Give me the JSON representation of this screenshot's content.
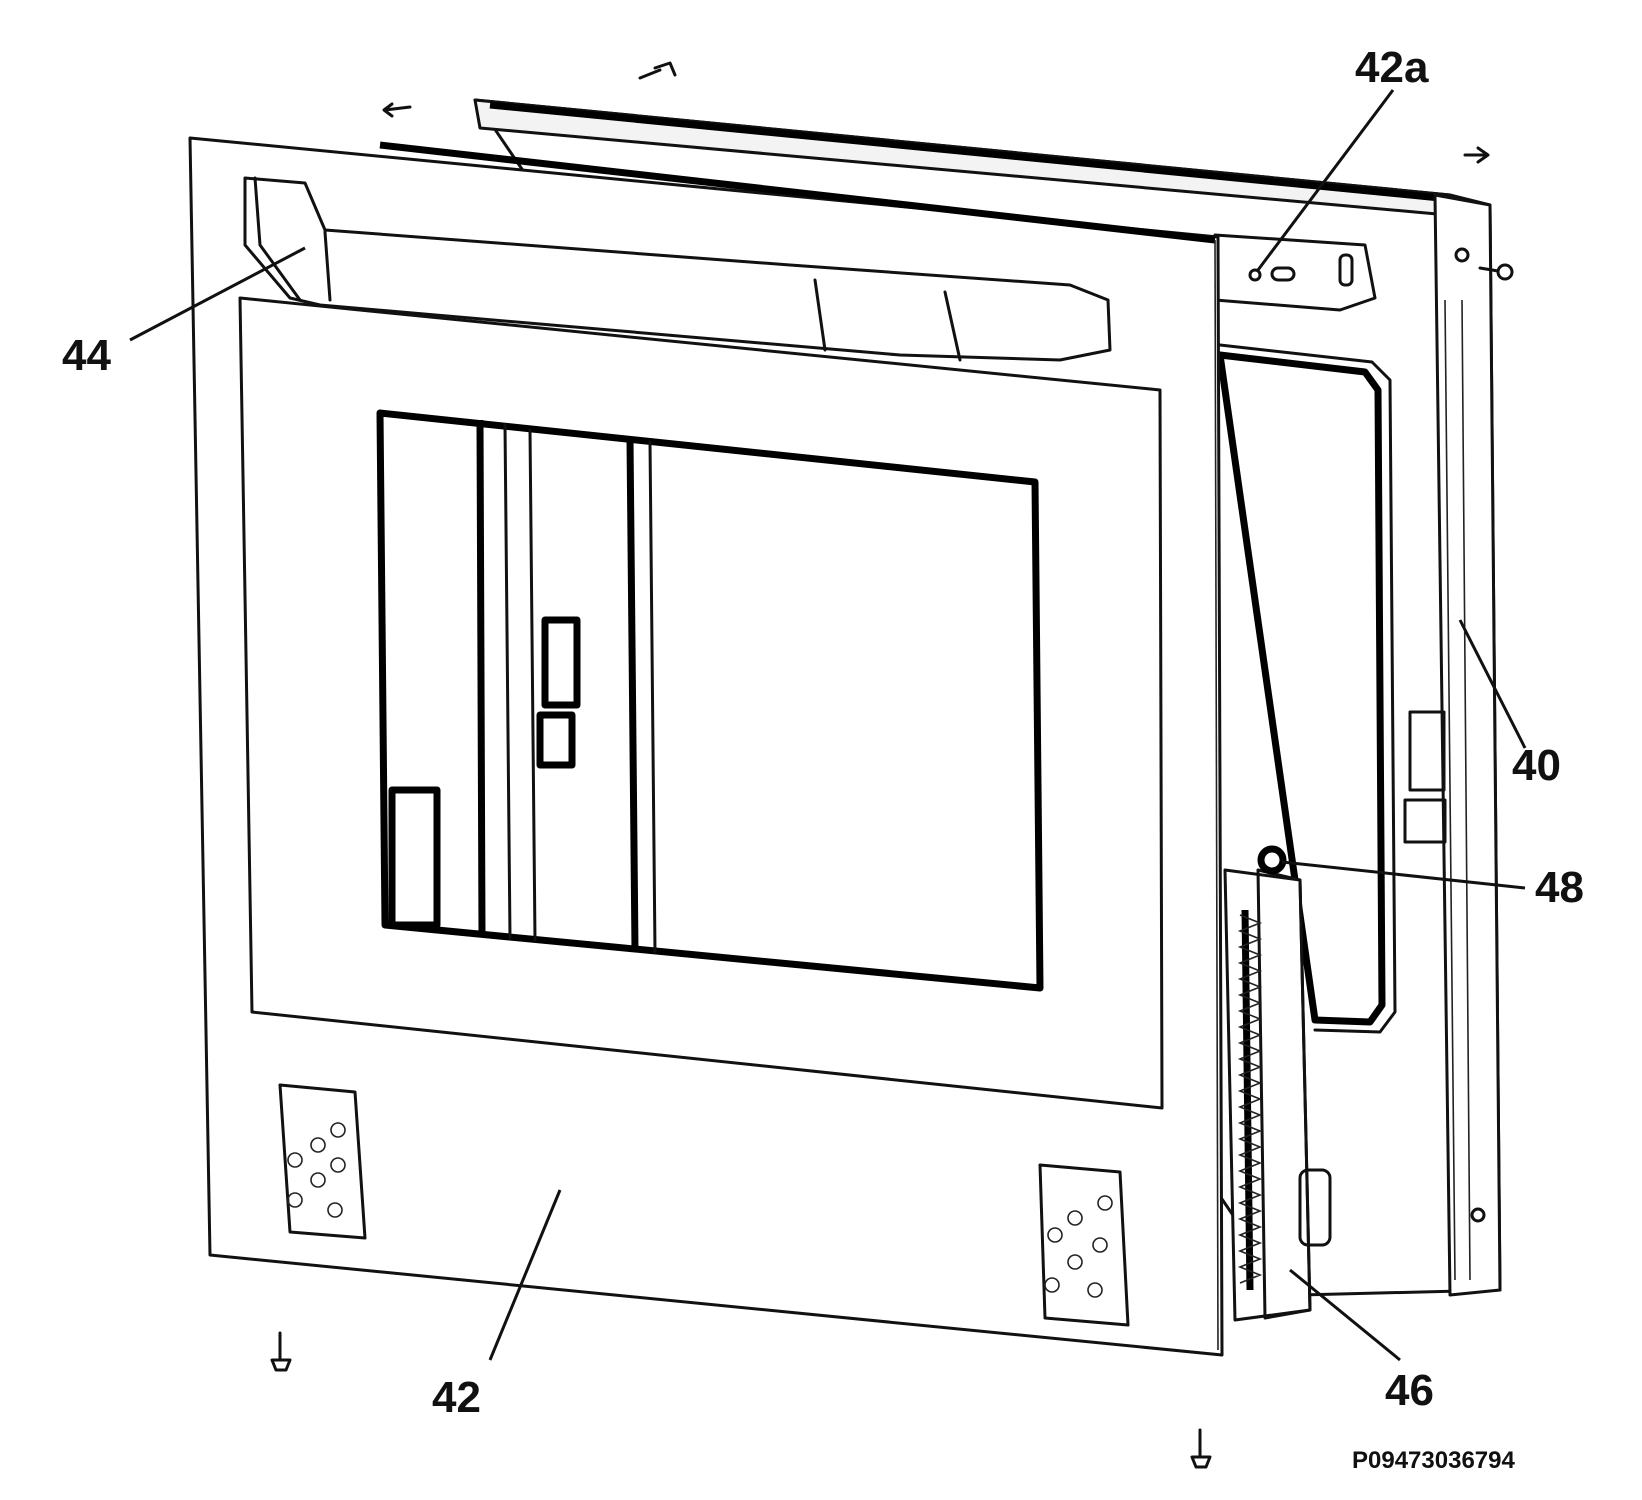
{
  "figure": {
    "drawing_code": "P09473036794",
    "callouts": {
      "door_frame": "40",
      "outer_panel": "42",
      "bracket": "42a",
      "handle": "44",
      "hinge": "46",
      "hinge_pin": "48"
    }
  }
}
